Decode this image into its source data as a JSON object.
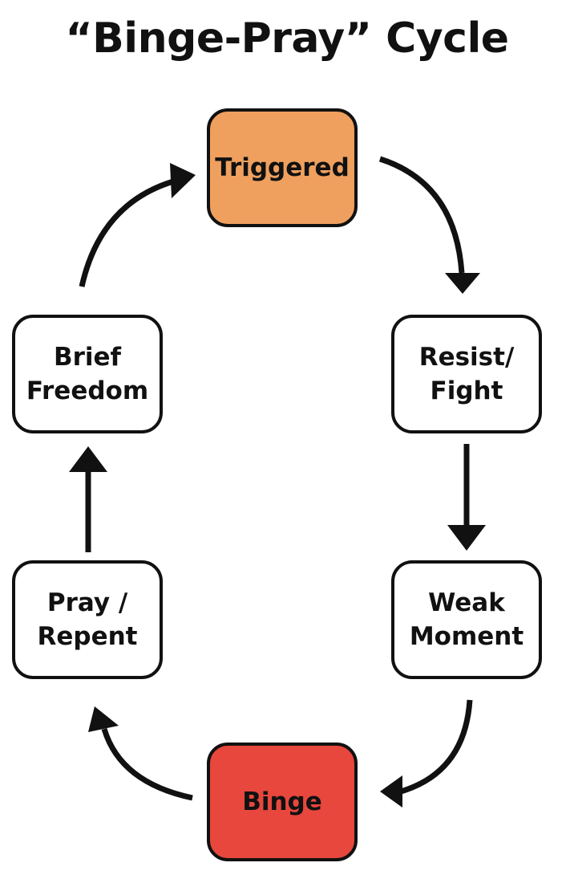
{
  "title": "“Binge-Pray” Cycle",
  "nodes": {
    "triggered": {
      "line1": "Triggered",
      "line2": "",
      "fill": "#F0A05E"
    },
    "resist": {
      "line1": "Resist/",
      "line2": "Fight",
      "fill": "#FFFFFF"
    },
    "weak": {
      "line1": "Weak",
      "line2": "Moment",
      "fill": "#FFFFFF"
    },
    "binge": {
      "line1": "Binge",
      "line2": "",
      "fill": "#E8473D"
    },
    "pray": {
      "line1": "Pray /",
      "line2": "Repent",
      "fill": "#FFFFFF"
    },
    "brief": {
      "line1": "Brief",
      "line2": "Freedom",
      "fill": "#FFFFFF"
    }
  },
  "colors": {
    "stroke": "#111111",
    "background": "#FFFFFF"
  }
}
